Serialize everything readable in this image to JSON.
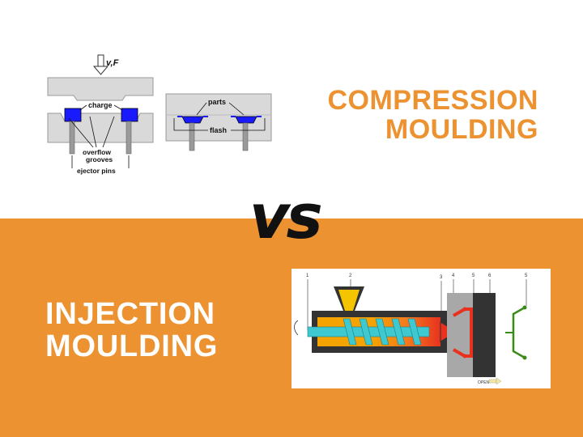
{
  "compression": {
    "title_line1": "COMPRESSION",
    "title_line2": "MOULDING",
    "diagram": {
      "force_label": "v,F",
      "charge_label": "charge",
      "overflow_label_line1": "overflow",
      "overflow_label_line2": "grooves",
      "ejector_label": "ejector pins",
      "parts_label": "parts",
      "flash_label": "flash"
    }
  },
  "vs_text": "vs",
  "injection": {
    "title_line1": "INJECTION",
    "title_line2": "MOULDING",
    "diagram": {
      "callouts": [
        "1",
        "2",
        "3",
        "4",
        "5",
        "6",
        "5"
      ],
      "open_label": "OPEN"
    }
  },
  "colors": {
    "accent": "#ec9230",
    "charge_blue": "#1a1aff",
    "mold_gray": "#d9d9d9",
    "barrel_dark": "#333333",
    "screw_cyan": "#3ec8d0",
    "melt_red": "#e8321e",
    "hopper_yellow": "#f5c400",
    "ejector_green": "#3a8a1a"
  }
}
